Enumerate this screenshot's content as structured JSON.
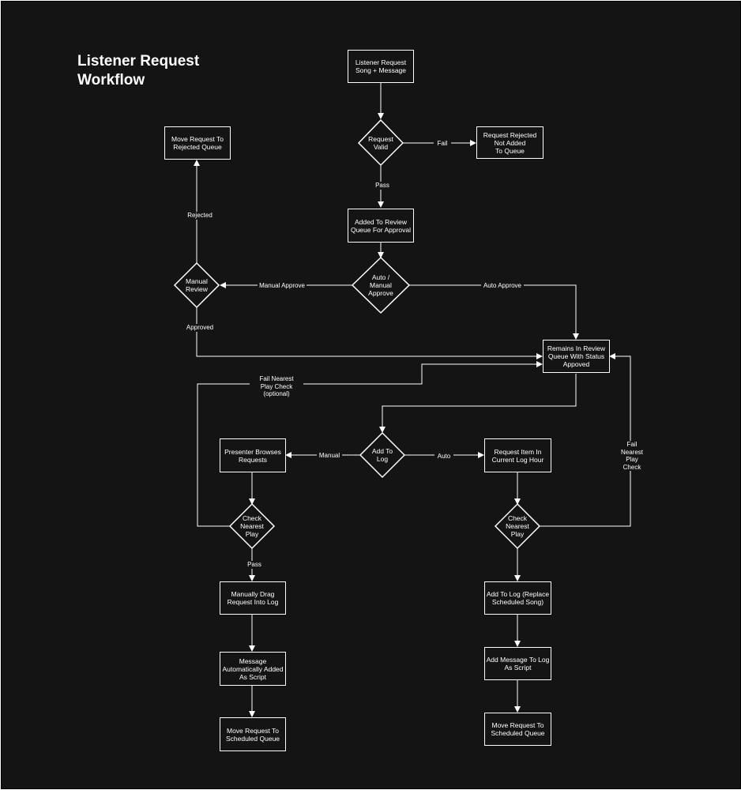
{
  "title": "Listener Request\nWorkflow",
  "colors": {
    "background": "#141414",
    "stroke": "#ffffff",
    "text": "#ffffff"
  },
  "nodes": {
    "listener_request": "Listener Request\nSong + Message",
    "request_valid": "Request\nValid",
    "request_rejected": "Request Rejected\nNot  Added\nTo Queue",
    "added_review": "Added To Review\nQueue For Approval",
    "auto_manual": "Auto /\nManual\nApprove",
    "manual_review": "Manual\nReview",
    "move_rejected": "Move Request To\nRejected Queue",
    "remains_review": "Remains In Review\nQueue With Status\nAppoved",
    "add_to_log": "Add To\nLog",
    "presenter_browses": "Presenter Browses\nRequests",
    "request_item": "Request Item In\nCurrent Log Hour",
    "check_left": "Check\nNearest\nPlay",
    "check_right": "Check\nNearest\nPlay",
    "manually_drag": "Manually Drag\nRequest Into Log",
    "add_to_log_replace": "Add To Log (Replace\nScheduled Song)",
    "message_auto": "Message\nAutomatically Added\nAs Script",
    "add_message": "Add Message To Log\nAs Script",
    "move_scheduled_left": "Move Request To\nScheduled Queue",
    "move_scheduled_right": "Move Request To\nScheduled Queue"
  },
  "edge_labels": {
    "fail": "Fail",
    "pass_top": "Pass",
    "manual_approve": "Manual Approve",
    "auto_approve": "Auto Approve",
    "rejected": "Rejected",
    "approved": "Approved",
    "fail_nearest_optional": "Fail Nearest\nPlay Check\n(optional)",
    "manual": "Manual",
    "auto": "Auto",
    "fail_nearest_right": "Fail\nNearest\nPlay\nCheck",
    "pass_bottom": "Pass"
  }
}
